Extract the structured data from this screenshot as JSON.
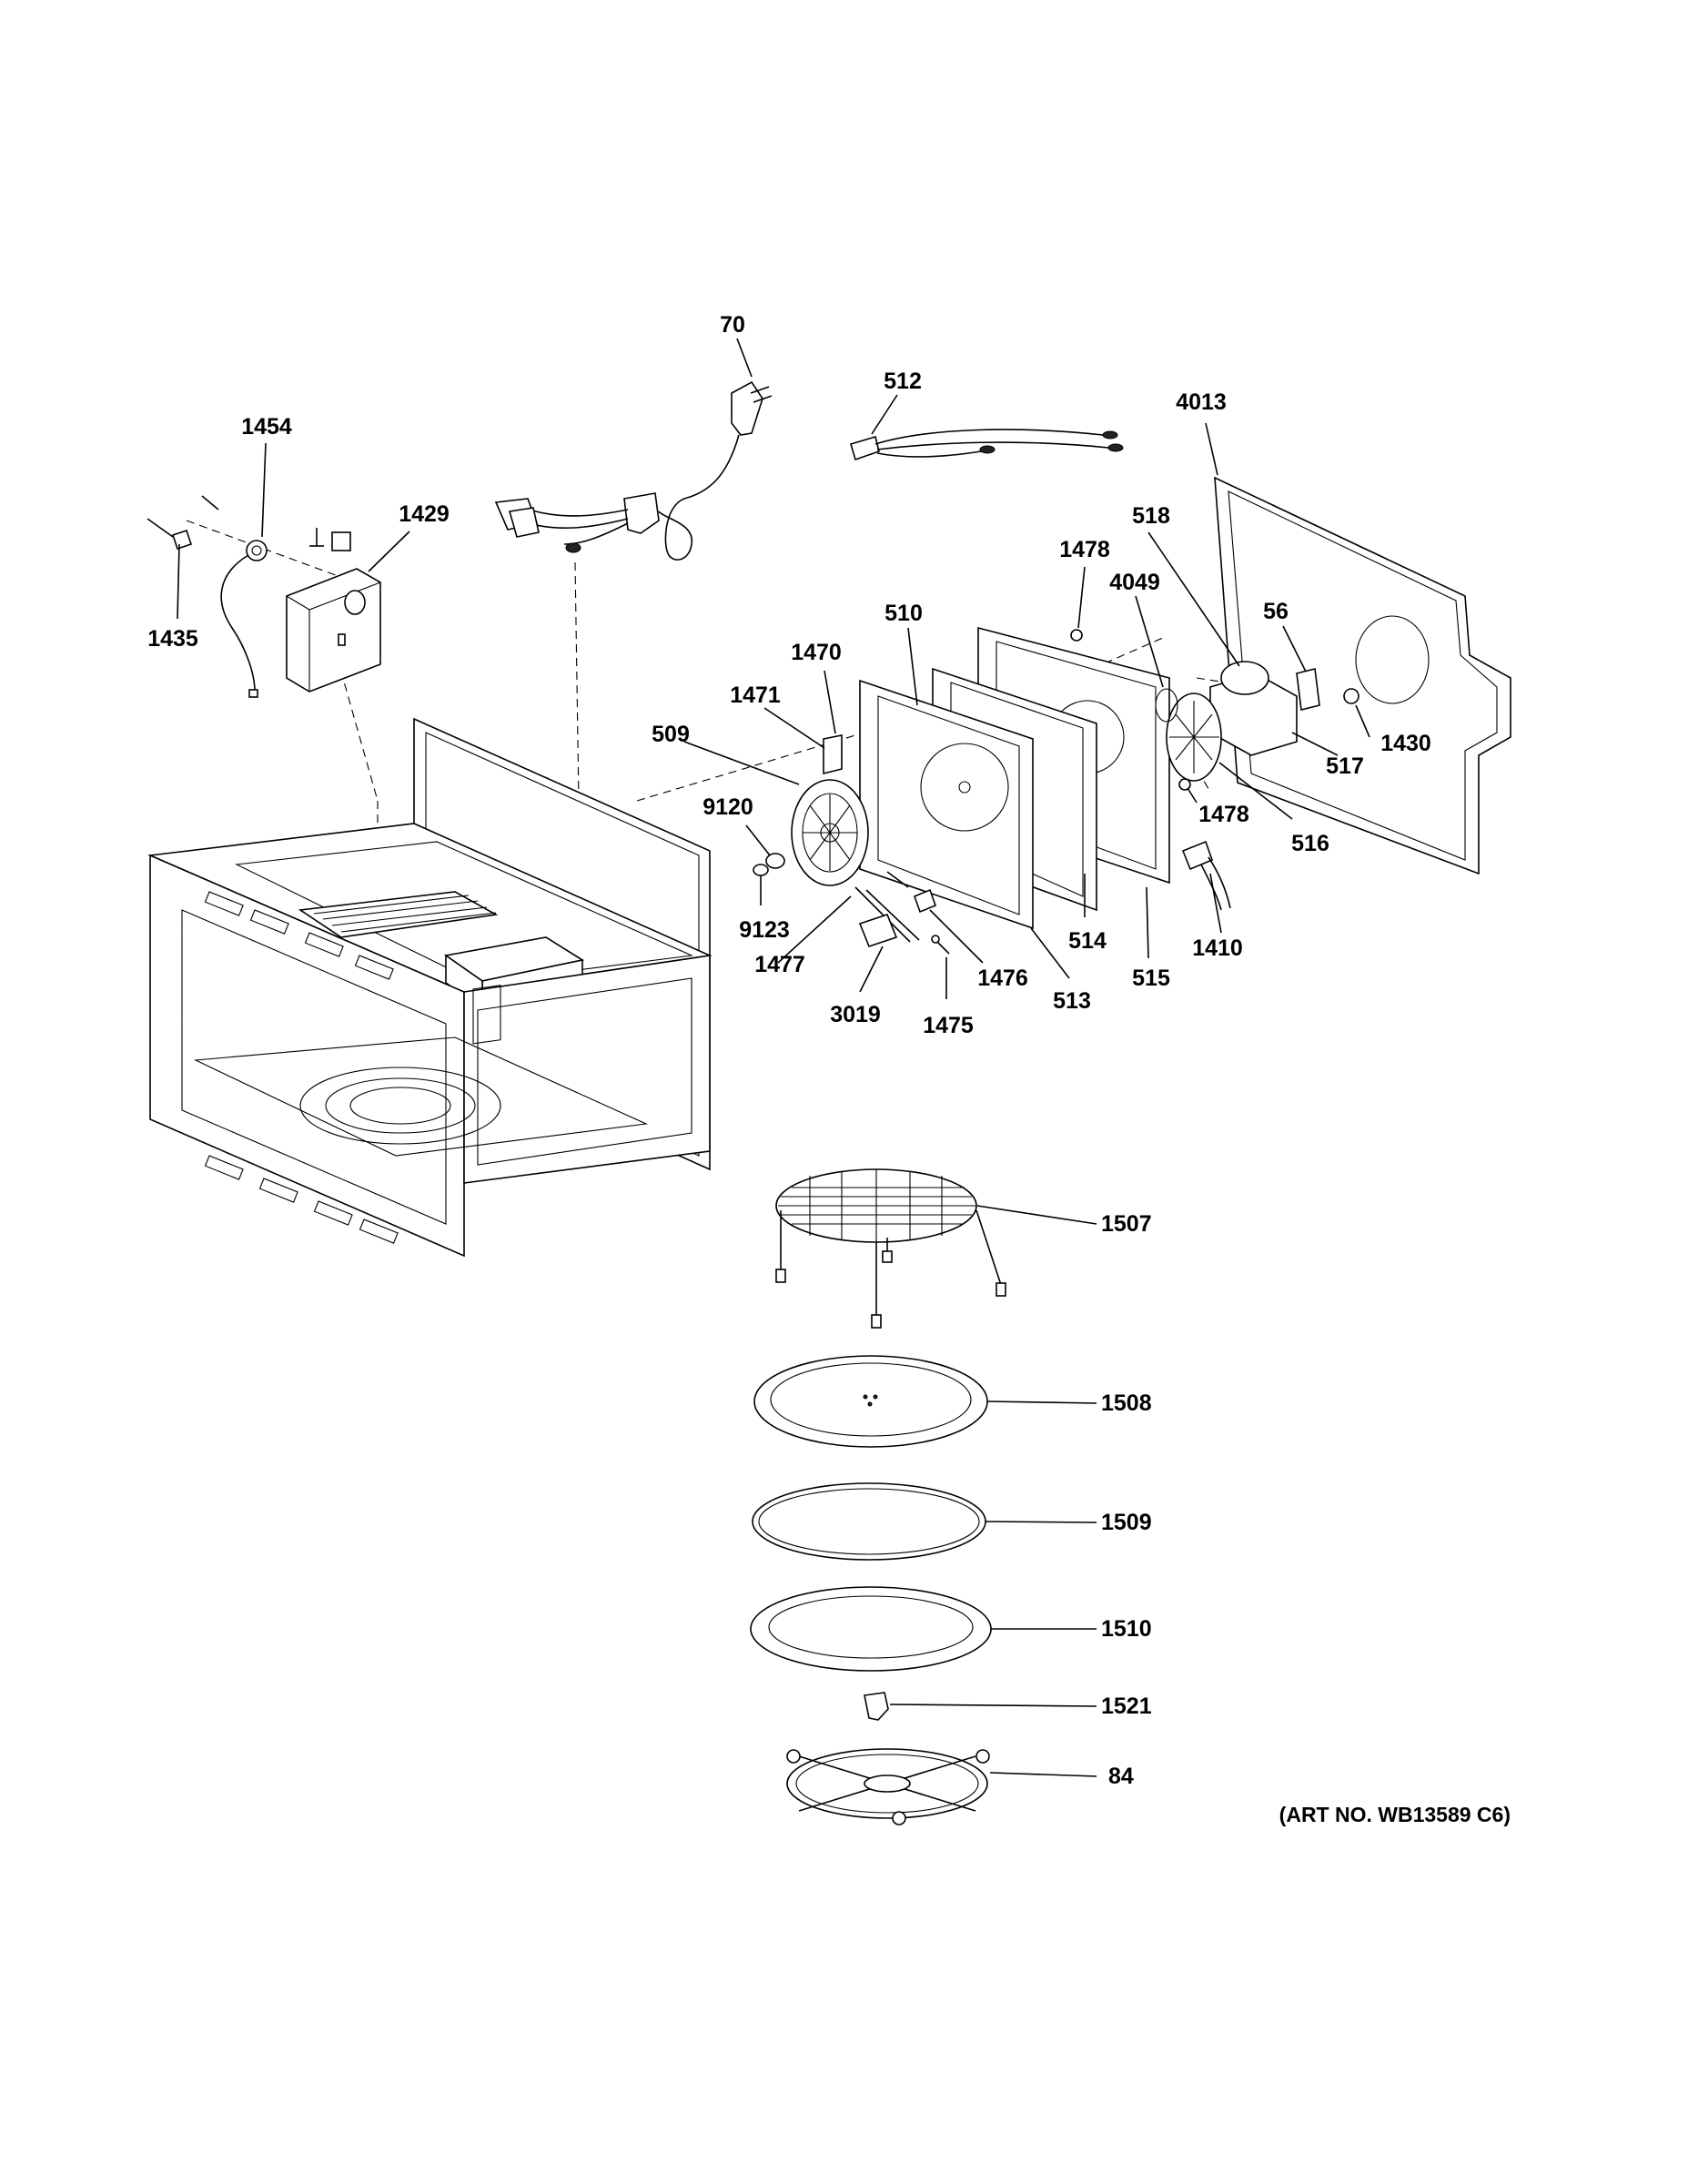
{
  "diagram": {
    "art_number": "(ART NO. WB13589 C6)",
    "callouts": {
      "c70": "70",
      "c512": "512",
      "c4013": "4013",
      "c1454": "1454",
      "c1429": "1429",
      "c1435": "1435",
      "c518": "518",
      "c1478a": "1478",
      "c4049": "4049",
      "c56": "56",
      "c510": "510",
      "c1470": "1470",
      "c1471": "1471",
      "c509": "509",
      "c1430": "1430",
      "c517": "517",
      "c9120": "9120",
      "c1478b": "1478",
      "c516": "516",
      "c9123": "9123",
      "c1477": "1477",
      "c514": "514",
      "c1410": "1410",
      "c1476": "1476",
      "c515": "515",
      "c3019": "3019",
      "c513": "513",
      "c1475": "1475",
      "c1507": "1507",
      "c1508": "1508",
      "c1509": "1509",
      "c1510": "1510",
      "c1521": "1521",
      "c84": "84"
    }
  }
}
